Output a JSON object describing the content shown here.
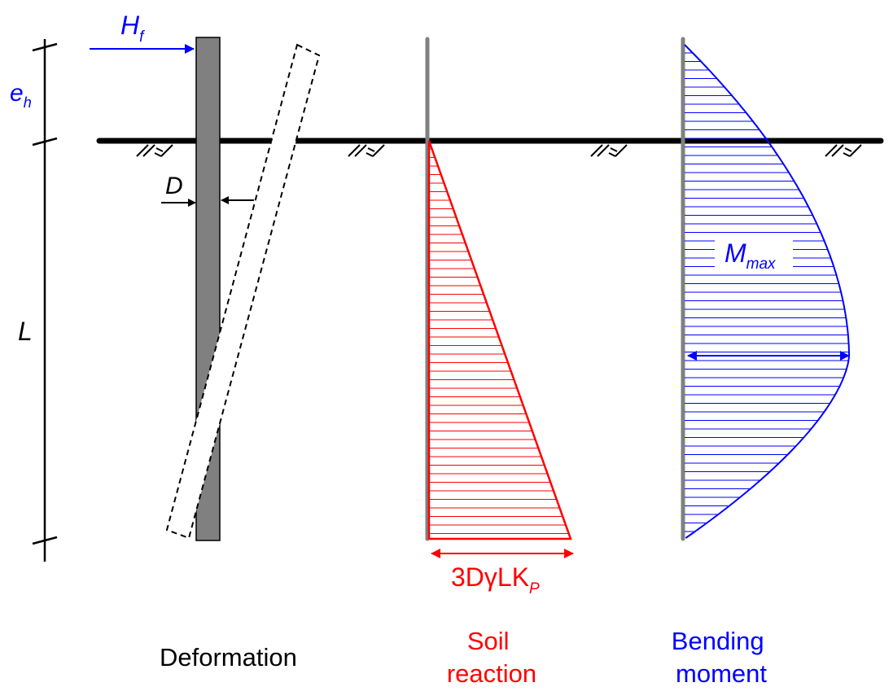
{
  "labels": {
    "horizontal_force": {
      "base": "H",
      "sub": "f"
    },
    "eccentricity": {
      "base": "e",
      "sub": "h"
    },
    "pile_length": "L",
    "pile_diameter": "D",
    "max_moment": {
      "base": "M",
      "sub": "max"
    },
    "soil_reaction_max": {
      "main": "3DγLK",
      "sub": "P"
    },
    "deformation_caption": "Deformation",
    "soil_reaction_caption": [
      "Soil",
      "reaction"
    ],
    "bending_moment_caption": [
      "Bending",
      "moment"
    ]
  },
  "colors": {
    "pile": "#808080",
    "ground": "#000000",
    "force": "#0000ff",
    "soil_reaction": "#ff0000",
    "bending_moment": "#0000ff",
    "text": "#000000"
  }
}
